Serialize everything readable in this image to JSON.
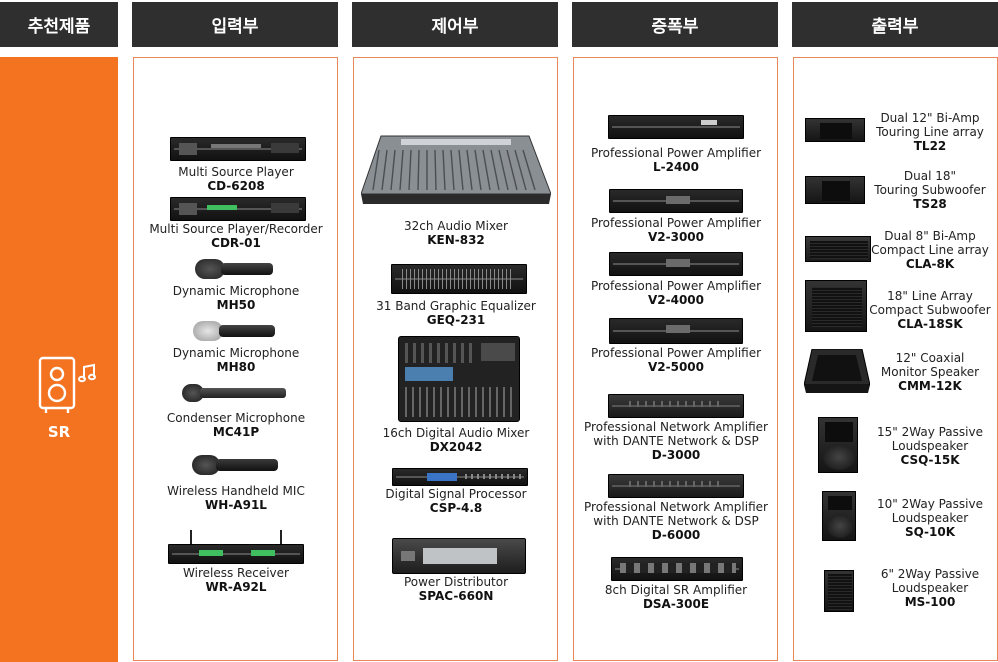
{
  "headers": {
    "recommended": "추천제품",
    "input": "입력부",
    "control": "제어부",
    "amplifier": "증폭부",
    "output": "출력부"
  },
  "sr_label": "SR",
  "input_products": [
    {
      "desc": "Multi Source Player",
      "model": "CD-6208"
    },
    {
      "desc": "Multi Source Player/Recorder",
      "model": "CDR-01"
    },
    {
      "desc": "Dynamic Microphone",
      "model": "MH50"
    },
    {
      "desc": "Dynamic Microphone",
      "model": "MH80"
    },
    {
      "desc": "Condenser Microphone",
      "model": "MC41P"
    },
    {
      "desc": "Wireless Handheld MIC",
      "model": "WH-A91L"
    },
    {
      "desc": "Wireless Receiver",
      "model": "WR-A92L"
    }
  ],
  "control_products": [
    {
      "desc": "32ch Audio Mixer",
      "model": "KEN-832"
    },
    {
      "desc": "31 Band Graphic Equalizer",
      "model": "GEQ-231"
    },
    {
      "desc": "16ch Digital Audio Mixer",
      "model": "DX2042"
    },
    {
      "desc": "Digital Signal Processor",
      "model": "CSP-4.8"
    },
    {
      "desc": "Power Distributor",
      "model": "SPAC-660N"
    }
  ],
  "amplifier_products": [
    {
      "desc": "Professional Power Amplifier",
      "model": "L-2400"
    },
    {
      "desc": "Professional Power Amplifier",
      "model": "V2-3000"
    },
    {
      "desc": "Professional Power Amplifier",
      "model": "V2-4000"
    },
    {
      "desc": "Professional Power Amplifier",
      "model": "V2-5000"
    },
    {
      "desc": "Professional Network Amplifier",
      "desc2": "with DANTE Network & DSP",
      "model": "D-3000"
    },
    {
      "desc": "Professional Network Amplifier",
      "desc2": "with DANTE Network & DSP",
      "model": "D-6000"
    },
    {
      "desc": "8ch Digital SR Amplifier",
      "model": "DSA-300E"
    }
  ],
  "output_products": [
    {
      "desc": "Dual 12\" Bi-Amp",
      "desc2": "Touring Line array",
      "model": "TL22"
    },
    {
      "desc": "Dual 18\"",
      "desc2": "Touring Subwoofer",
      "model": "TS28"
    },
    {
      "desc": "Dual 8\" Bi-Amp",
      "desc2": "Compact Line array",
      "model": "CLA-8K"
    },
    {
      "desc": "18\" Line Array",
      "desc2": "Compact Subwoofer",
      "model": "CLA-18SK"
    },
    {
      "desc": "12\" Coaxial",
      "desc2": "Monitor Speaker",
      "model": "CMM-12K"
    },
    {
      "desc": "15\" 2Way Passive",
      "desc2": "Loudspeaker",
      "model": "CSQ-15K"
    },
    {
      "desc": "10\" 2Way Passive",
      "desc2": "Loudspeaker",
      "model": "SQ-10K"
    },
    {
      "desc": "6\" 2Way Passive",
      "desc2": "Loudspeaker",
      "model": "MS-100"
    }
  ],
  "colors": {
    "accent": "#f37321",
    "header_bg": "#2f2f2f",
    "border": "#e9885a"
  },
  "icons": {
    "sr": "speaker-music-icon"
  }
}
